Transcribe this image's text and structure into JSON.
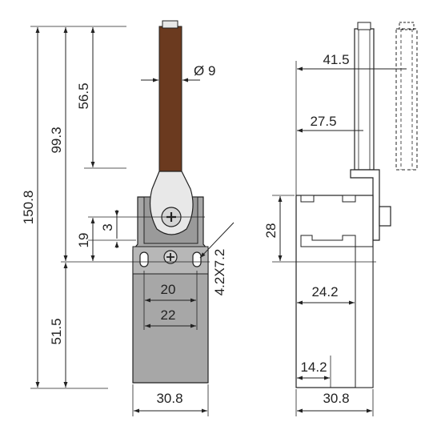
{
  "drawing": {
    "colors": {
      "rod": "#6b3a1f",
      "body": "#a7a7a7",
      "body_dark": "#8a8a8a",
      "line": "#222222",
      "metal": "#e8e8e8"
    },
    "front_view": {
      "total_height": "150.8",
      "upper_height": "99.3",
      "rod_length": "56.5",
      "rod_diameter": "Ø 9",
      "offset_small": "3",
      "offset_mid": "19",
      "lower_height": "51.5",
      "hole_spacing_inner": "20",
      "hole_spacing_outer": "22",
      "slot_size": "4.2X7.2",
      "body_width": "30.8"
    },
    "side_view": {
      "arm_reach": "41.5",
      "arm_offset": "27.5",
      "head_height": "28",
      "body_depth": "24.2",
      "base_depth": "14.2",
      "body_width": "30.8"
    }
  }
}
